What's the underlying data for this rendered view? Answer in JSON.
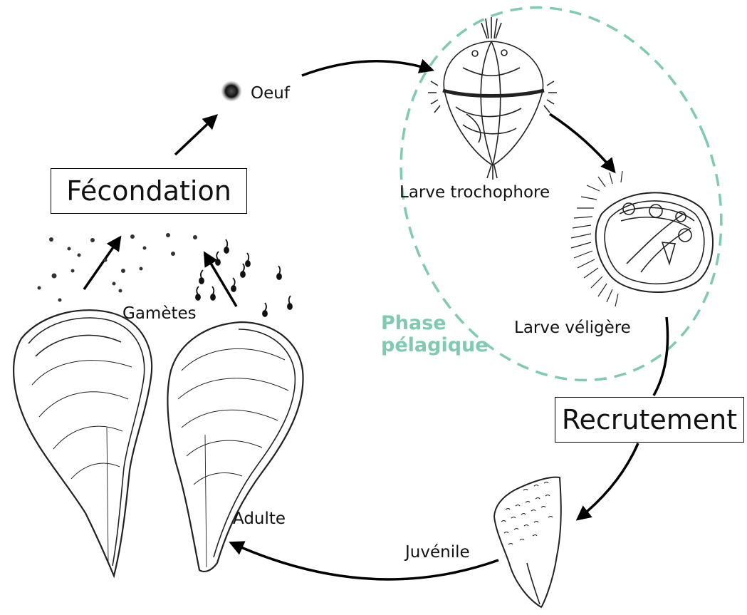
{
  "labels": {
    "egg": "Oeuf",
    "fertilization": "Fécondation",
    "gametes": "Gamètes",
    "trochophore": "Larve trochophore",
    "veliger": "Larve véligère",
    "pelagic_line1": "Phase",
    "pelagic_line2": "pélagique",
    "recruitment": "Recrutement",
    "juvenile": "Juvénile",
    "adult": "Adulte"
  },
  "colors": {
    "pelagic_accent": "#7fcab0",
    "arrow": "#000000",
    "line_art": "#222222"
  }
}
